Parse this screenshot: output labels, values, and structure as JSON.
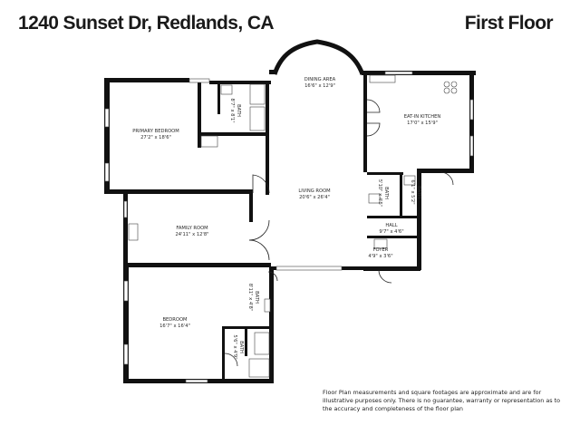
{
  "header": {
    "address": "1240 Sunset Dr, Redlands, CA",
    "floor": "First Floor"
  },
  "rooms": {
    "dining": {
      "name": "DINING AREA",
      "dims": "16'6\" x 12'9\""
    },
    "kitchen": {
      "name": "EAT-IN KITCHEN",
      "dims": "17'0\" x 15'9\""
    },
    "primary_bedroom": {
      "name": "PRIMARY BEDROOM",
      "dims": "27'2\" x 18'6\""
    },
    "primary_bath": {
      "name": "BATH",
      "dims": "8'7\" x 8'1\""
    },
    "living": {
      "name": "LIVING ROOM",
      "dims": "20'6\" x 26'4\""
    },
    "family": {
      "name": "FAMILY ROOM",
      "dims": "24'11\" x 12'8\""
    },
    "hall": {
      "name": "HALL",
      "dims": "9'7\" x 4'6\""
    },
    "foyer": {
      "name": "FOYER",
      "dims": "4'9\" x 3'6\""
    },
    "bath_a": {
      "name": "BATH",
      "dims": "5'10\" x 4'5\""
    },
    "bath_b": {
      "name": "BATH",
      "dims": "6'1\" x 5'2\""
    },
    "bath_c": {
      "name": "BATH",
      "dims": "8'11\" x 4'8\""
    },
    "bedroom": {
      "name": "BEDROOM",
      "dims": "16'7\" x 16'4\""
    },
    "bath_d": {
      "name": "BATH",
      "dims": "5'6\" x 4'9\""
    }
  },
  "disclaimer": "Floor Plan measurements and square footages are approximate and are for illustrative purposes only. There is no guarantee, warranty or representation as to the accuracy and completeness of the floor plan"
}
